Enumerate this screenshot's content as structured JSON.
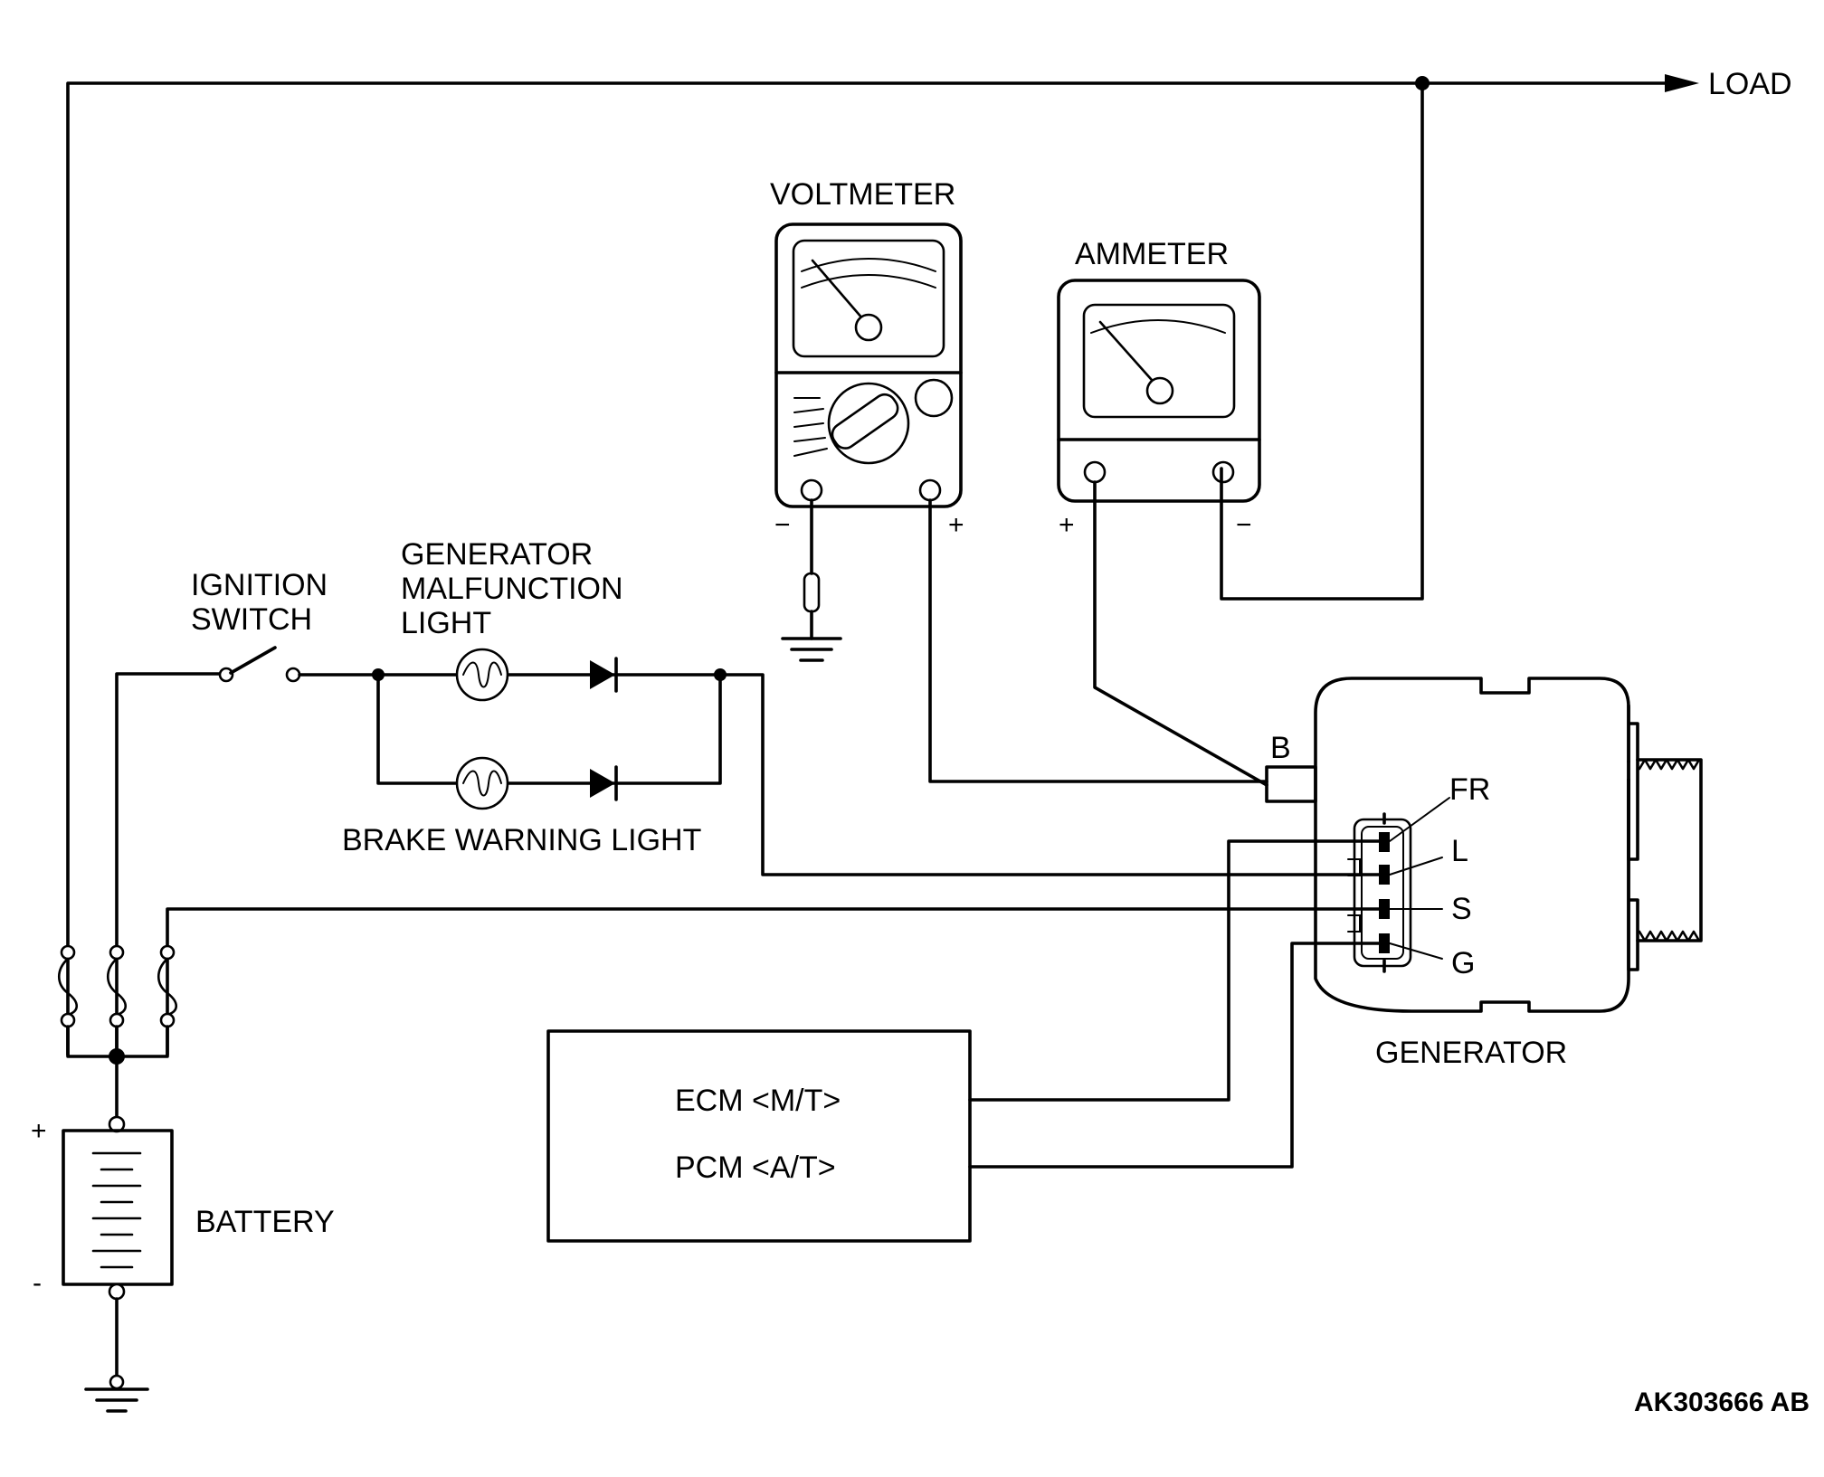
{
  "labels": {
    "load": "LOAD",
    "voltmeter": "VOLTMETER",
    "ammeter": "AMMETER",
    "ignition_switch_1": "IGNITION",
    "ignition_switch_2": "SWITCH",
    "gen_light_1": "GENERATOR",
    "gen_light_2": "MALFUNCTION",
    "gen_light_3": "LIGHT",
    "brake_light": "BRAKE WARNING LIGHT",
    "generator": "GENERATOR",
    "battery": "BATTERY",
    "ecm": "ECM <M/T>",
    "pcm": "PCM <A/T>",
    "term_b": "B",
    "term_fr": "FR",
    "term_l": "L",
    "term_s": "S",
    "term_g": "G",
    "code": "AK303666 AB"
  },
  "polarity": {
    "plus": "+",
    "minus": "-",
    "minus_long": "−"
  }
}
